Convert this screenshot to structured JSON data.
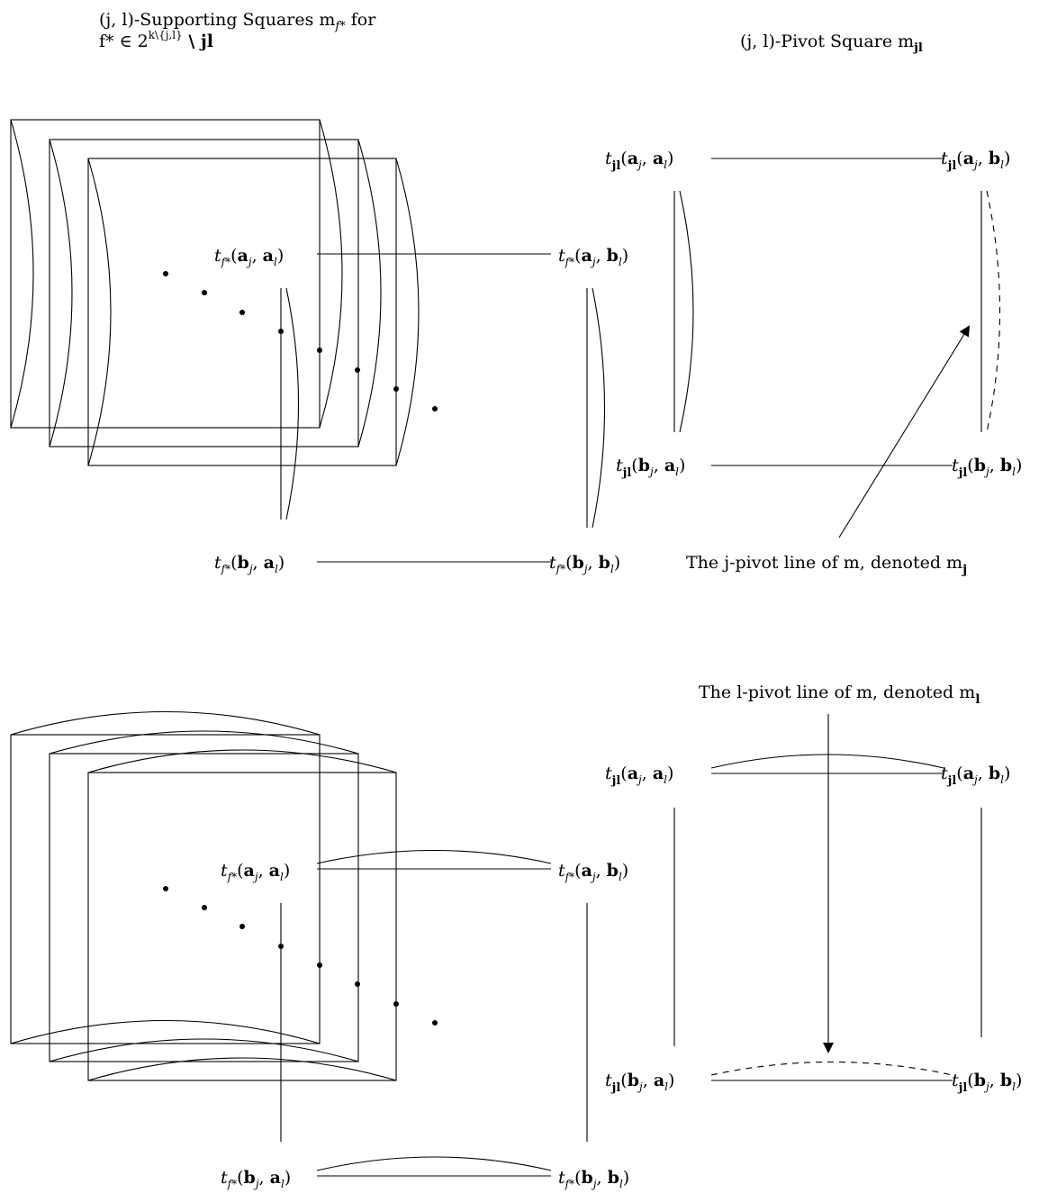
{
  "titles": {
    "supporting_line1": "(j, l)-Supporting Squares m",
    "supporting_line1_sub": "f*",
    "supporting_line1_tail": " for",
    "supporting_line2": "f* ∈ 2",
    "supporting_line2_sup": "k\\{j,l}",
    "supporting_line2_tail": " \\ jl",
    "pivot": "(j, l)-Pivot Square m",
    "pivot_sub": "jl"
  },
  "labels": {
    "f_aa": "t(a_j, a_l)",
    "f_ab": "t(a_j, b_l)",
    "f_ba": "t(b_j, a_l)",
    "f_bb": "t(b_j, b_l)",
    "p_aa": "t(a_j, a_l)",
    "p_ab": "t(a_j, b_l)",
    "p_ba": "t(b_j, a_l)",
    "p_bb": "t(b_j, b_l)",
    "f_sub": "f*",
    "p_sub": "jl"
  },
  "annotations": {
    "j_pivot_line": "The j-pivot line of m, denoted m",
    "j_pivot_sub": "j",
    "l_pivot_line": "The l-pivot line of m, denoted m",
    "l_pivot_sub": "l"
  },
  "colors": {
    "ink": "#000000",
    "background": "#ffffff"
  }
}
